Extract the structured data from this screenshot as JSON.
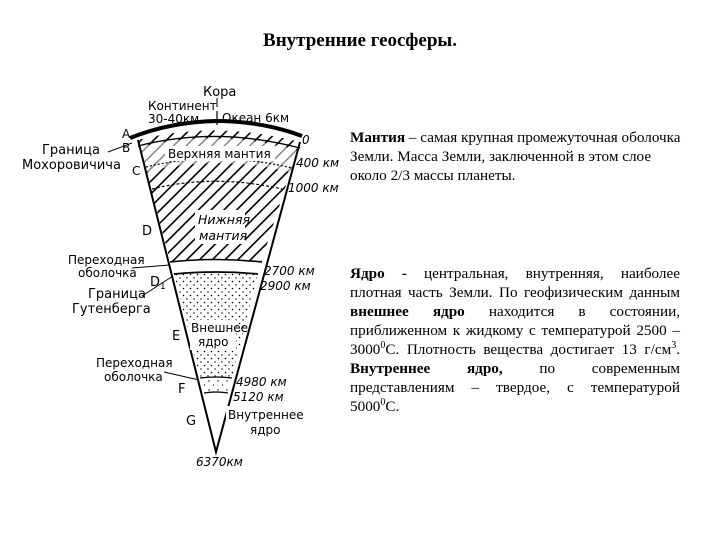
{
  "title": "Внутренние геосферы.",
  "diagram": {
    "kora": "Кора",
    "kontinent": "Континент",
    "kontinent_depth": "30-40км",
    "okean": "Океан 6км",
    "depth_0": "0",
    "depth_400": "400 км",
    "depth_1000": "1000 км",
    "depth_2700": "2700 км",
    "depth_2900": "2900 км",
    "depth_4980": "4980 км",
    "depth_5120": "5120 км",
    "depth_6370": "6370км",
    "granica_moho_1": "Граница",
    "granica_moho_2": "Мохоровичича",
    "perehodnaya_1_1": "Переходная",
    "perehodnaya_1_2": "оболочка",
    "granica_guten_1": "Граница",
    "granica_guten_2": "Гутенберга",
    "perehodnaya_2_1": "Переходная",
    "perehodnaya_2_2": "оболочка",
    "upper_mantle": "Верхняя мантия",
    "lower_mantle_1": "Нижняя",
    "lower_mantle_2": "мантия",
    "outer_core_1": "Внешнее",
    "outer_core_2": "ядро",
    "inner_core_1": "Внутреннее",
    "inner_core_2": "ядро",
    "letter_A": "A",
    "letter_B": "B",
    "letter_C": "C",
    "letter_D": "D",
    "letter_D1": "D",
    "letter_D1_sub": "1",
    "letter_E": "E",
    "letter_F": "F",
    "letter_G": "G"
  },
  "text": {
    "p1_bold": "Мантия",
    "p1_rest": " – самая крупная промежуточная оболочка Земли. Масса Земли, заключенной в этом слое около 2/3 массы планеты.",
    "p2_bold1": "Ядро -",
    "p2_text1": " центральная, внутренняя, наиболее плотная часть Земли. По геофизическим данным ",
    "p2_bold2": "внешнее ядро",
    "p2_text2": " находится в состоянии, приближенном к жидкому с температурой 2500 – 3000",
    "p2_sup1": "0",
    "p2_text3": "С. Плотность вещества достигает 13 г/см",
    "p2_sup2": "3",
    "p2_text4": ". ",
    "p2_bold3": "Внутреннее ядро,",
    "p2_text5": " по современным представлениям – твердое, с температурой 5000",
    "p2_sup3": "0",
    "p2_text6": "С."
  }
}
